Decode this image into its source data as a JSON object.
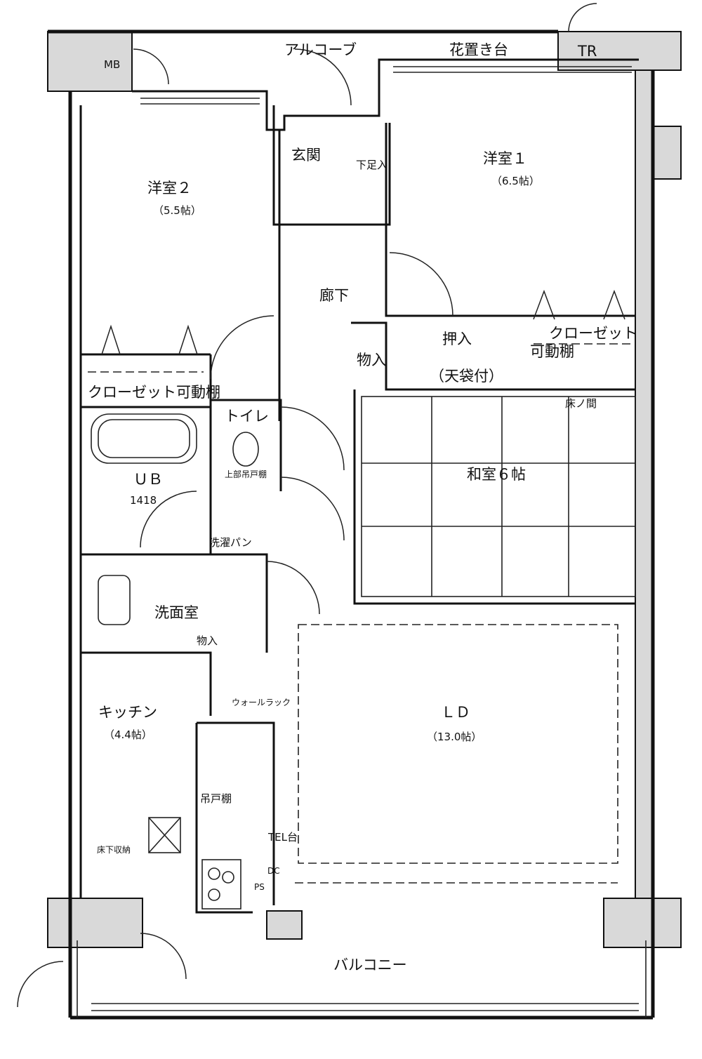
{
  "rooms": {
    "alcove": "アルコーブ",
    "flower_stand": "花置き台",
    "tr": "TR",
    "mb": "MB",
    "entrance": "玄関",
    "shoe_box": "下足入",
    "western1": "洋室１",
    "western1_size": "（6.5帖）",
    "western2": "洋室２",
    "western2_size": "（5.5帖）",
    "corridor": "廊下",
    "storage1": "物入",
    "oshiire": "押入",
    "oshiire_note": "（天袋付）",
    "closet": "クローゼット",
    "movable_shelf": "可動棚",
    "closet2": "クローゼット可動棚",
    "toilet": "トイレ",
    "hanging_shelf_top": "上部吊戸棚",
    "ub": "ＵＢ",
    "ub_size": "1418",
    "laundry_pan": "洗濯パン",
    "tokonoma": "床ノ間",
    "washitsu": "和室６帖",
    "senmenjo": "洗面室",
    "storage2": "物入",
    "kitchen": "キッチン",
    "kitchen_size": "（4.4帖）",
    "wall_rack": "ウォールラック",
    "hanging_shelf": "吊戸棚",
    "underfloor": "床下収納",
    "tel": "TEL台",
    "ld": "ＬＤ",
    "ld_size": "（13.0帖）",
    "balcony": "バルコニー",
    "ps": "PS",
    "dc": "DC"
  }
}
